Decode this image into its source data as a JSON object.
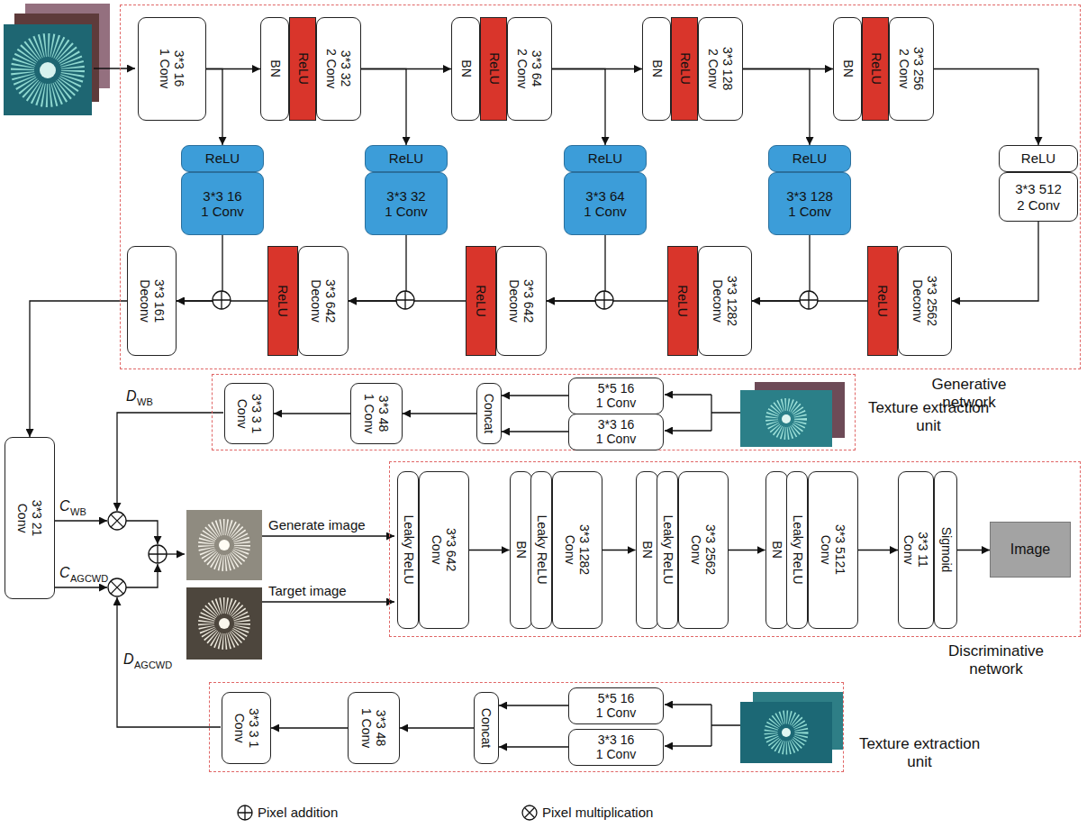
{
  "diagram": {
    "nodes": [
      {
        "text": [
          "Generative network"
        ]
      },
      {
        "text": [
          "3*3 16 1 Conv"
        ],
        "in": 0
      },
      {
        "text": [
          "BN"
        ],
        "in": 0
      },
      {
        "text": [
          "ReLU"
        ],
        "in": 0
      },
      {
        "text": [
          "3*3 32 2 Conv"
        ],
        "in": 0
      },
      {
        "text": [
          "BN"
        ],
        "in": 0
      },
      {
        "text": [
          "ReLU"
        ],
        "in": 0
      },
      {
        "text": [
          "3*3 64 2 Conv"
        ],
        "in": 0
      },
      {
        "text": [
          "BN"
        ],
        "in": 0
      },
      {
        "text": [
          "ReLU"
        ],
        "in": 0
      },
      {
        "text": [
          "3*3 128 2 Conv"
        ],
        "in": 0
      },
      {
        "text": [
          "BN"
        ],
        "in": 0
      },
      {
        "text": [
          "ReLU"
        ],
        "in": 0
      },
      {
        "text": [
          "3*3 256 2 Conv"
        ],
        "in": 0
      },
      {
        "text": [
          "ReLU"
        ],
        "in": 0
      },
      {
        "text": [
          "3*3 16 1 Conv"
        ],
        "in": 0
      },
      {
        "text": [
          "ReLU"
        ],
        "in": 0
      },
      {
        "text": [
          "3*3 32 1 Conv"
        ],
        "in": 0
      },
      {
        "text": [
          "ReLU"
        ],
        "in": 0
      },
      {
        "text": [
          "3*3 64 1 Conv"
        ],
        "in": 0
      },
      {
        "text": [
          "ReLU"
        ],
        "in": 0
      },
      {
        "text": [
          "3*3 128 1 Conv"
        ],
        "in": 0
      },
      {
        "text": [
          "ReLU"
        ],
        "in": 0
      },
      {
        "text": [
          "3*3 512 2 Conv"
        ],
        "in": 0
      },
      {
        "text": [
          "3*3 161 Deconv"
        ],
        "in": 0
      },
      {
        "text": [
          "ReLU"
        ],
        "in": 0
      },
      {
        "text": [
          "3*3 642 Deconv"
        ],
        "in": 0
      },
      {
        "text": [
          "ReLU"
        ],
        "in": 0
      },
      {
        "text": [
          "3*3 642 Deconv"
        ],
        "in": 0
      },
      {
        "text": [
          "ReLU"
        ],
        "in": 0
      },
      {
        "text": [
          "3*3 1282 Deconv"
        ],
        "in": 0
      },
      {
        "text": [
          "ReLU"
        ],
        "in": 0
      },
      {
        "text": [
          "3*3 2562 Deconv"
        ],
        "in": 0
      },
      {
        "text": [
          "Texture extraction unit"
        ]
      },
      {
        "text": [
          "3*3 3 1 Conv"
        ],
        "in": 33
      },
      {
        "text": [
          "3*3 48 1 Conv"
        ],
        "in": 33
      },
      {
        "text": [
          "Concat"
        ],
        "in": 33
      },
      {
        "text": [
          "5*5 16 1 Conv"
        ],
        "in": 33
      },
      {
        "text": [
          "3*3 16 1 Conv"
        ],
        "in": 33
      },
      {
        "text": [
          "3*3 21 Conv"
        ]
      },
      {
        "text": [
          "Discriminative network"
        ]
      },
      {
        "text": [
          "Leaky ReLU"
        ],
        "in": 40
      },
      {
        "text": [
          "3*3 642 Conv"
        ],
        "in": 40
      },
      {
        "text": [
          "BN"
        ],
        "in": 40
      },
      {
        "text": [
          "Leaky ReLU"
        ],
        "in": 40
      },
      {
        "text": [
          "3*3 1282 Conv"
        ],
        "in": 40
      },
      {
        "text": [
          "BN"
        ],
        "in": 40
      },
      {
        "text": [
          "Leaky ReLU"
        ],
        "in": 40
      },
      {
        "text": [
          "3*3 2562 Conv"
        ],
        "in": 40
      },
      {
        "text": [
          "BN"
        ],
        "in": 40
      },
      {
        "text": [
          "Leaky ReLU"
        ],
        "in": 40
      },
      {
        "text": [
          "3*3 5121 Conv"
        ],
        "in": 40
      },
      {
        "text": [
          "3*3 11 Conv"
        ],
        "in": 40
      },
      {
        "text": [
          "Sigmoid"
        ],
        "in": 40
      },
      {
        "text": [
          "Image"
        ],
        "in": 40
      },
      {
        "text": [
          "Texture extraction unit"
        ]
      },
      {
        "text": [
          "3*3 3 1 Conv"
        ],
        "in": 55
      },
      {
        "text": [
          "3*3 48 1 Conv"
        ],
        "in": 55
      },
      {
        "text": [
          "Concat"
        ],
        "in": 55
      },
      {
        "text": [
          "5*5 16 1 Conv"
        ],
        "in": 55
      },
      {
        "text": [
          "3*3 16 1 Conv"
        ],
        "in": 55
      }
    ],
    "edges": [
      {
        "from": 1,
        "to": 2,
        "arrow": "to"
      },
      {
        "from": 1,
        "to": 14,
        "arrow": "to"
      },
      {
        "from": 4,
        "to": 5,
        "arrow": "to"
      },
      {
        "from": 4,
        "to": 16,
        "arrow": "to"
      },
      {
        "from": 7,
        "to": 8,
        "arrow": "to"
      },
      {
        "from": 7,
        "to": 18,
        "arrow": "to"
      },
      {
        "from": 10,
        "to": 11,
        "arrow": "to"
      },
      {
        "from": 10,
        "to": 20,
        "arrow": "to"
      },
      {
        "from": 13,
        "to": 22,
        "arrow": "to"
      },
      {
        "from": 15,
        "to": 24,
        "arrow": "to"
      },
      {
        "from": 25,
        "to": 24,
        "arrow": "to"
      },
      {
        "from": 17,
        "to": 26,
        "arrow": "to"
      },
      {
        "from": 27,
        "to": 26,
        "arrow": "to"
      },
      {
        "from": 19,
        "to": 28,
        "arrow": "to"
      },
      {
        "from": 29,
        "to": 28,
        "arrow": "to"
      },
      {
        "from": 21,
        "to": 30,
        "arrow": "to"
      },
      {
        "from": 31,
        "to": 30,
        "arrow": "to"
      },
      {
        "from": 23,
        "to": 32,
        "arrow": "to"
      },
      {
        "from": 24,
        "to": 39,
        "arrow": "to"
      },
      {
        "from": 37,
        "to": 36,
        "arrow": "to"
      },
      {
        "from": 38,
        "to": 36,
        "arrow": "to"
      },
      {
        "from": 36,
        "to": 35,
        "arrow": "to"
      },
      {
        "from": 35,
        "to": 34,
        "arrow": "to"
      },
      {
        "from": 59,
        "to": 58,
        "arrow": "to"
      },
      {
        "from": 60,
        "to": 58,
        "arrow": "to"
      },
      {
        "from": 58,
        "to": 57,
        "arrow": "to"
      },
      {
        "from": 57,
        "to": 56,
        "arrow": "to"
      },
      {
        "from": 42,
        "to": 43,
        "arrow": "to"
      },
      {
        "from": 45,
        "to": 46,
        "arrow": "to"
      },
      {
        "from": 48,
        "to": 49,
        "arrow": "to"
      },
      {
        "from": 51,
        "to": 52,
        "arrow": "to"
      },
      {
        "from": 53,
        "to": 54,
        "arrow": "to"
      }
    ],
    "labels": [
      "D",
      "WB",
      "C",
      "WB",
      "C",
      "AGCWD",
      "D",
      "AGCWD",
      "Generate image",
      "Target image"
    ],
    "legend": [
      {
        "text": "Pixel addition"
      },
      {
        "text": "Pixel multiplication"
      }
    ]
  }
}
